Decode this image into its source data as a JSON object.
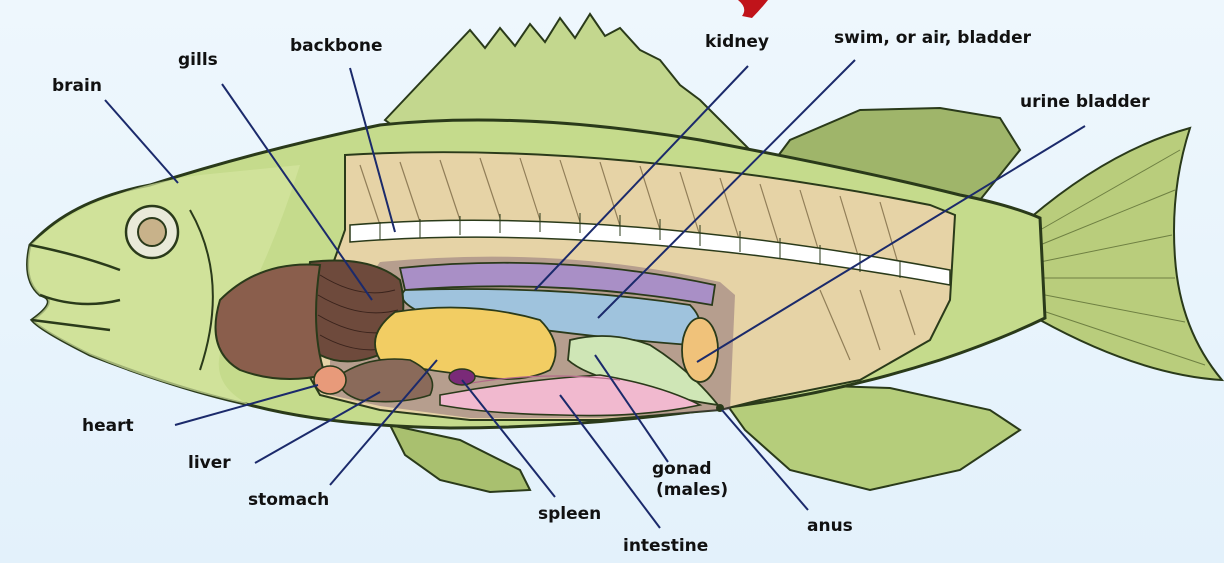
{
  "labels": {
    "brain": "brain",
    "gills": "gills",
    "backbone": "backbone",
    "kidney": "kidney",
    "swim_bladder": "swim, or air, bladder",
    "urine_bladder": "urine bladder",
    "heart": "heart",
    "liver": "liver",
    "stomach": "stomach",
    "spleen": "spleen",
    "intestine": "intestine",
    "gonad_line1": "gonad",
    "gonad_line2": "(males)",
    "anus": "anus"
  },
  "colors": {
    "background": "#e8f4fc",
    "leader_lines": "#1b2a6b",
    "title_accent": "#c0131a",
    "body_green": "#b7cf7c",
    "kidney": "#a98fc6",
    "swim_bladder": "#9fc3dd",
    "stomach": "#f2cd63",
    "gonad": "#cfe6b6",
    "urine_bladder": "#f0c27a",
    "liver": "#8a6a5a",
    "heart": "#e89a7a",
    "spleen": "#7a2a78",
    "intestine": "#f1b9cf",
    "gills": "#6e4a3c"
  }
}
